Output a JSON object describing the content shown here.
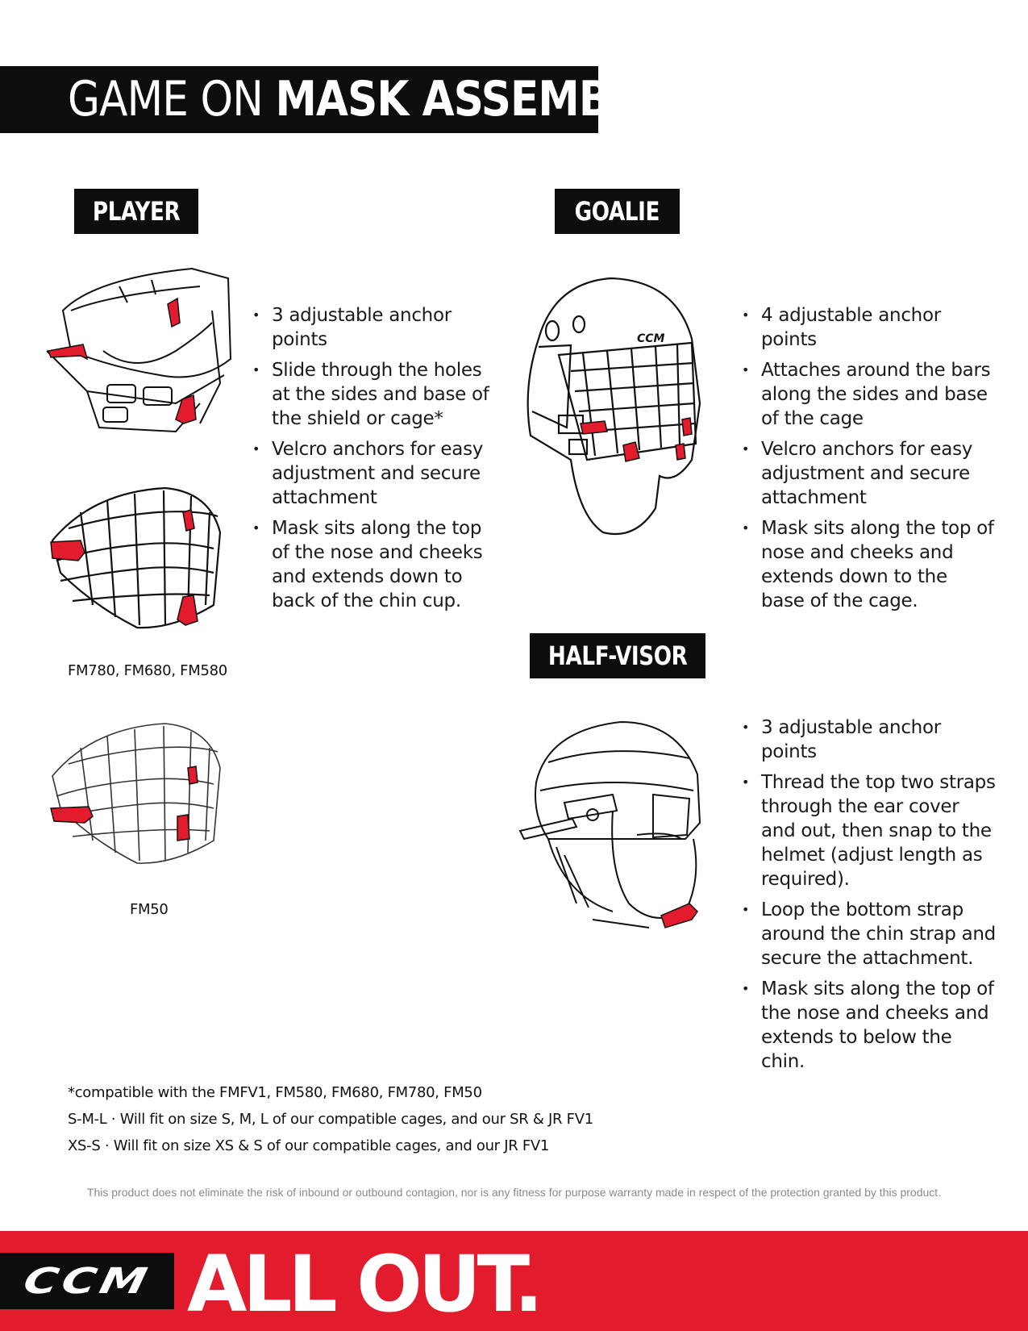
{
  "header": {
    "title_light": "GAME ON ",
    "title_bold": "MASK ASSEMBLY"
  },
  "sections": {
    "player": {
      "label": "PLAYER",
      "bullets": [
        "3 adjustable anchor points",
        "Slide through the holes at the sides and base of the shield or cage*",
        "Velcro anchors for easy adjustment and secure attachment",
        "Mask sits along the top of the nose and cheeks and extends down to back of the chin cup."
      ],
      "captions": [
        "FM780, FM680, FM580",
        "FM50"
      ]
    },
    "goalie": {
      "label": "GOALIE",
      "bullets": [
        "4 adjustable anchor points",
        "Attaches around the bars along the sides and base of the cage",
        "Velcro anchors for easy adjustment and secure attachment",
        "Mask sits along the top of nose and cheeks and extends down to the base of the cage."
      ],
      "helmet_logo": "CCM"
    },
    "half_visor": {
      "label": "HALF-VISOR",
      "bullets": [
        "3 adjustable anchor points",
        "Thread the top two straps through the ear cover and out, then snap to the helmet (adjust length as required).",
        "Loop the bottom strap around the chin strap and secure the attachment.",
        "Mask sits along the top of the nose and cheeks and extends to below the chin."
      ]
    }
  },
  "notes": [
    "*compatible with the FMFV1, FM580, FM680, FM780, FM50",
    "S-M-L · Will fit on size S, M, L of our compatible cages, and our SR & JR FV1",
    "XS-S · Will fit on size XS & S of our compatible cages, and our JR FV1"
  ],
  "disclaimer": "This product does not eliminate the risk of inbound or outbound contagion, nor is any fitness for purpose warranty made in respect of the protection granted by this product.",
  "footer": {
    "brand": "CCM",
    "slogan": "ALL OUT.",
    "background_color": "#e21b2d"
  },
  "colors": {
    "strap_red": "#e21b2d",
    "black": "#0d0d0d"
  }
}
